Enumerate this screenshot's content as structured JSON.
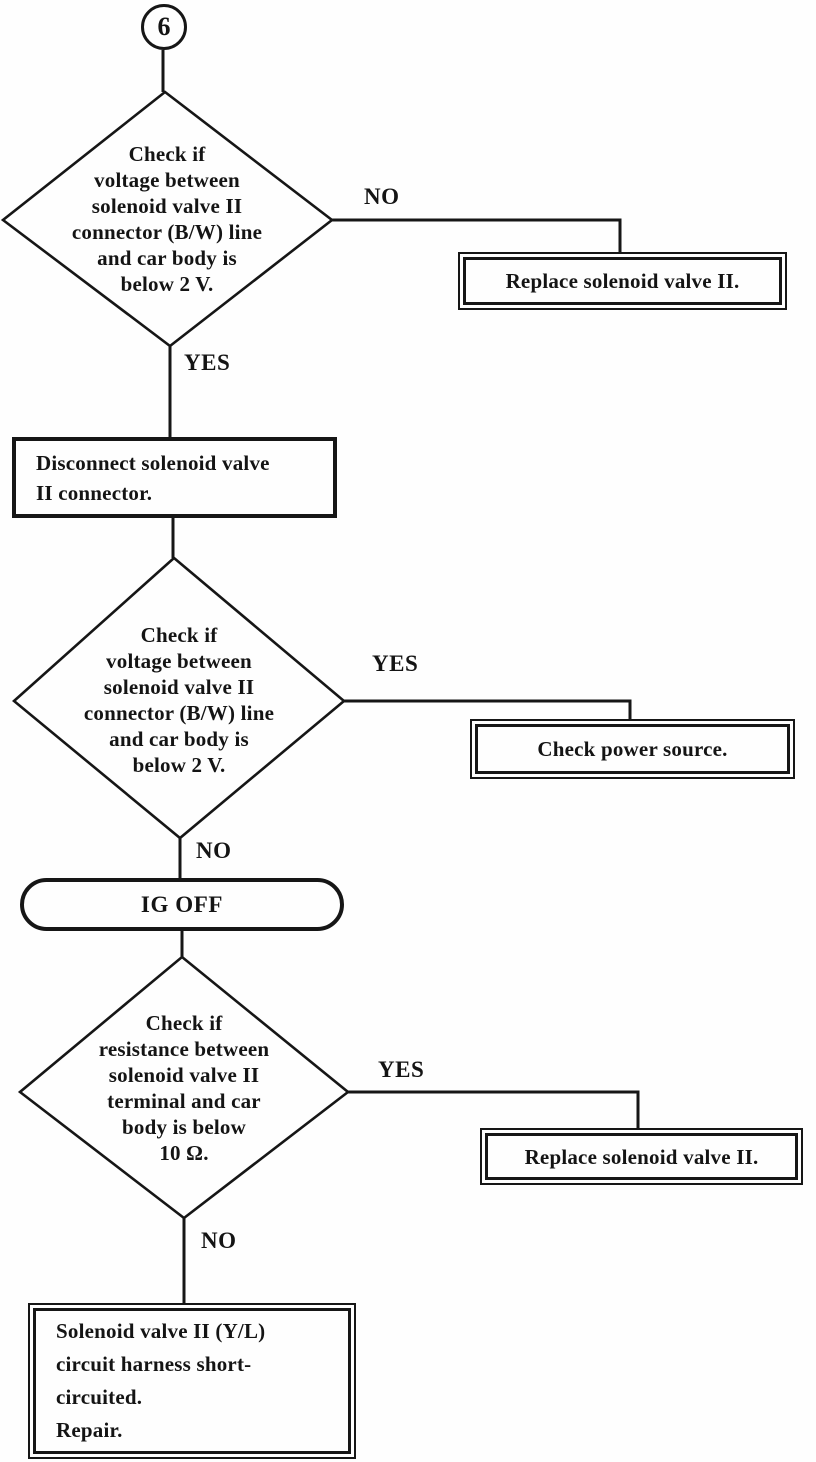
{
  "page": {
    "background": "#fefefe",
    "ink": "#161616"
  },
  "flow": {
    "start_connector": {
      "label": "6"
    },
    "decision_voltage_1": {
      "text": "Check if\nvoltage between\nsolenoid valve II\nconnector (B/W) line\nand car body is\nbelow 2 V.",
      "no_label": "NO",
      "yes_label": "YES"
    },
    "result_replace_1": {
      "text": "Replace solenoid valve II."
    },
    "step_disconnect": {
      "text": "Disconnect solenoid valve\nII connector."
    },
    "decision_voltage_2": {
      "text": "Check if\nvoltage between\nsolenoid valve II\nconnector (B/W) line\nand car body is\nbelow 2 V.",
      "yes_label": "YES",
      "no_label": "NO"
    },
    "result_check_power": {
      "text": "Check power source."
    },
    "state_ig_off": {
      "text": "IG OFF"
    },
    "decision_resistance": {
      "text": "Check if\nresistance between\nsolenoid valve II\nterminal and car\nbody is below\n10 Ω.",
      "yes_label": "YES",
      "no_label": "NO"
    },
    "result_replace_2": {
      "text": "Replace solenoid valve II."
    },
    "result_repair": {
      "text": "Solenoid valve II (Y/L)\ncircuit harness short-\ncircuited.\nRepair."
    }
  },
  "edges": [
    {
      "from": "start_connector",
      "to": "decision_voltage_1",
      "label": ""
    },
    {
      "from": "decision_voltage_1",
      "to": "result_replace_1",
      "label": "NO"
    },
    {
      "from": "decision_voltage_1",
      "to": "step_disconnect",
      "label": "YES"
    },
    {
      "from": "step_disconnect",
      "to": "decision_voltage_2",
      "label": ""
    },
    {
      "from": "decision_voltage_2",
      "to": "result_check_power",
      "label": "YES"
    },
    {
      "from": "decision_voltage_2",
      "to": "state_ig_off",
      "label": "NO"
    },
    {
      "from": "state_ig_off",
      "to": "decision_resistance",
      "label": ""
    },
    {
      "from": "decision_resistance",
      "to": "result_replace_2",
      "label": "YES"
    },
    {
      "from": "decision_resistance",
      "to": "result_repair",
      "label": "NO"
    }
  ]
}
